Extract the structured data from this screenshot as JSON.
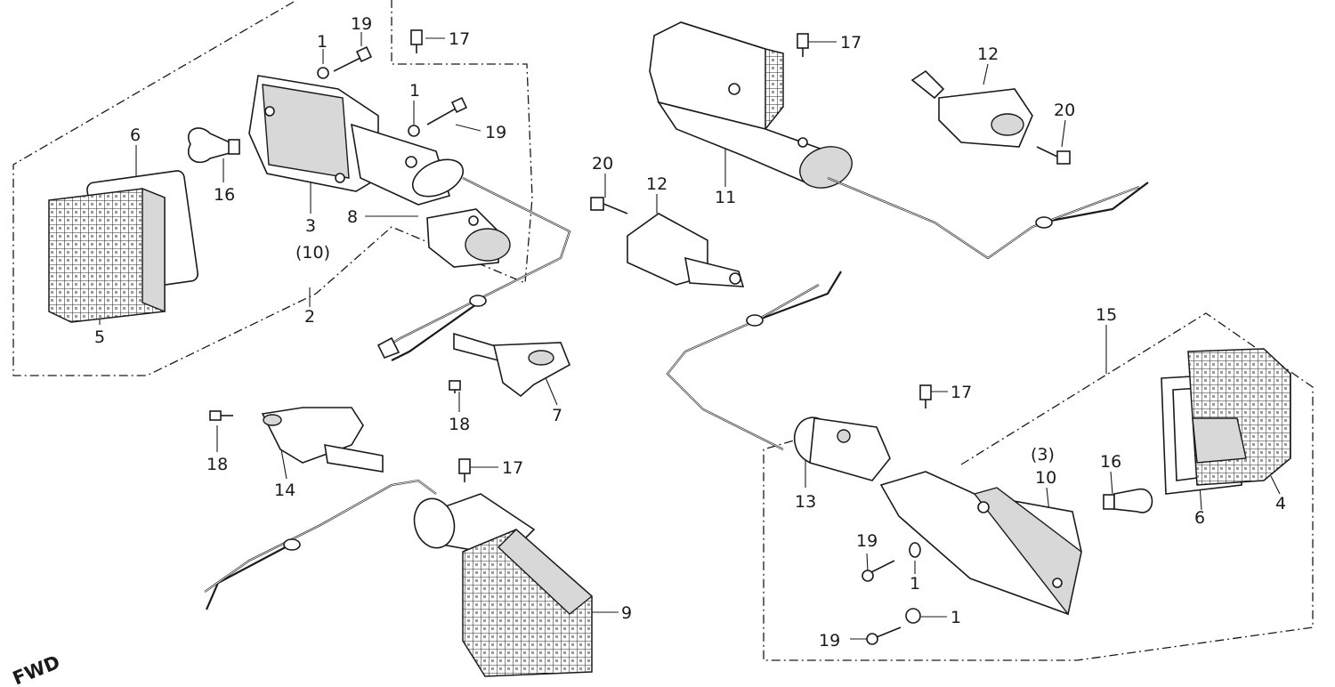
{
  "diagram": {
    "corner_text": "FWD",
    "callouts": [
      {
        "id": "c-1a",
        "text": "1"
      },
      {
        "id": "c-1b",
        "text": "1"
      },
      {
        "id": "c-1c",
        "text": "1"
      },
      {
        "id": "c-1d",
        "text": "1"
      },
      {
        "id": "c-2",
        "text": "2"
      },
      {
        "id": "c-3",
        "text": "3"
      },
      {
        "id": "c-10p",
        "text": "(10)"
      },
      {
        "id": "c-3p",
        "text": "(3)"
      },
      {
        "id": "c-4",
        "text": "4"
      },
      {
        "id": "c-5",
        "text": "5"
      },
      {
        "id": "c-6a",
        "text": "6"
      },
      {
        "id": "c-6b",
        "text": "6"
      },
      {
        "id": "c-7",
        "text": "7"
      },
      {
        "id": "c-8",
        "text": "8"
      },
      {
        "id": "c-9",
        "text": "9"
      },
      {
        "id": "c-10",
        "text": "10"
      },
      {
        "id": "c-11",
        "text": "11"
      },
      {
        "id": "c-12a",
        "text": "12"
      },
      {
        "id": "c-12b",
        "text": "12"
      },
      {
        "id": "c-13",
        "text": "13"
      },
      {
        "id": "c-14",
        "text": "14"
      },
      {
        "id": "c-15",
        "text": "15"
      },
      {
        "id": "c-16a",
        "text": "16"
      },
      {
        "id": "c-16b",
        "text": "16"
      },
      {
        "id": "c-17a",
        "text": "17"
      },
      {
        "id": "c-17b",
        "text": "17"
      },
      {
        "id": "c-17c",
        "text": "17"
      },
      {
        "id": "c-17d",
        "text": "17"
      },
      {
        "id": "c-18a",
        "text": "18"
      },
      {
        "id": "c-18b",
        "text": "18"
      },
      {
        "id": "c-19a",
        "text": "19"
      },
      {
        "id": "c-19b",
        "text": "19"
      },
      {
        "id": "c-19c",
        "text": "19"
      },
      {
        "id": "c-19d",
        "text": "19"
      },
      {
        "id": "c-20a",
        "text": "20"
      },
      {
        "id": "c-20b",
        "text": "20"
      }
    ]
  }
}
